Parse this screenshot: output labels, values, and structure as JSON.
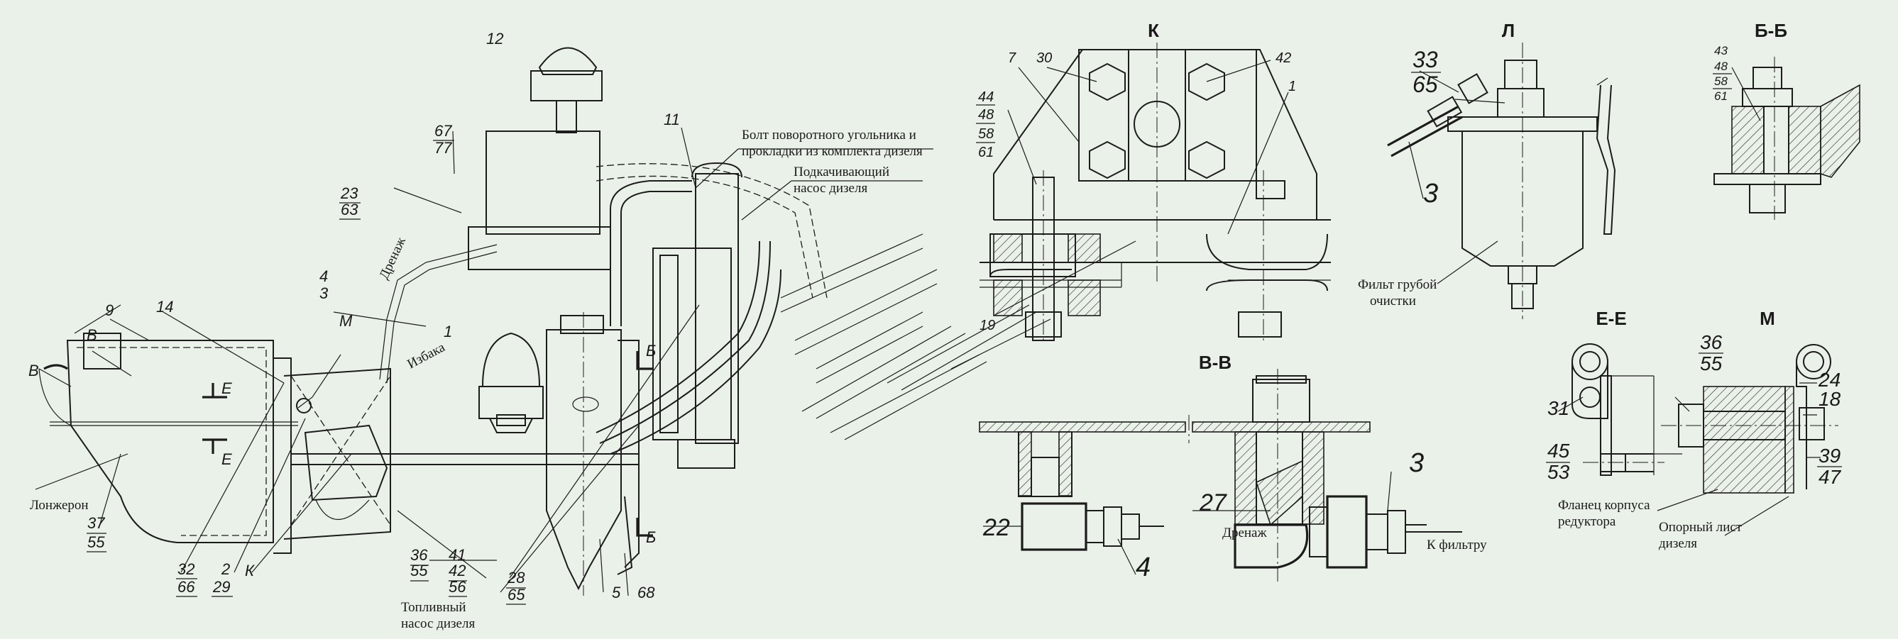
{
  "views": {
    "k": "К",
    "l": "Л",
    "bb": "Б-Б",
    "vv": "В-В",
    "ee": "Е-Е",
    "m": "М"
  },
  "notes": {
    "bolt_line1": "Болт поворотного угольника и",
    "bolt_line2": "прокладки из комплекта дизеля",
    "pump_line1": "Подкачивающий",
    "pump_line2": "насос дизеля",
    "filter_line1": "Фильт грубой",
    "filter_line2": "очистки",
    "fuel_pump_line1": "Топливный",
    "fuel_pump_line2": "насос дизеля",
    "longeron": "Лонжерон",
    "drain": "Дренаж",
    "overflow": "Избака",
    "to_filter": "К фильтру",
    "flange_line1": "Фланец корпуса",
    "flange_line2": "редуктора",
    "support_line1": "Опорный лист",
    "support_line2": "дизеля"
  },
  "marks": {
    "section_b": "Б",
    "section_v": "В",
    "section_e": "Е",
    "view_m": "М",
    "view_k": "К"
  },
  "callouts": {
    "p9": "9",
    "p14": "14",
    "p12": "12",
    "p67": "67",
    "p77": "77",
    "p23": "23",
    "p63": "63",
    "p4": "4",
    "p3": "3",
    "p1": "1",
    "p11": "11",
    "p37": "37",
    "p55": "55",
    "p32": "32",
    "p66": "66",
    "p2": "2",
    "p29": "29",
    "p36": "36",
    "p55b": "55",
    "p41": "41",
    "p42": "42",
    "p56": "56",
    "p28": "28",
    "p65": "65",
    "p5": "5",
    "p68": "68",
    "k7": "7",
    "k30": "30",
    "k42": "42",
    "k1": "1",
    "k44": "44",
    "k48": "48",
    "k58": "58",
    "k61": "61",
    "k19": "19",
    "l33": "33",
    "l65": "65",
    "l3": "3",
    "b43": "43",
    "b48": "48",
    "b58": "58",
    "b61": "61",
    "v22": "22",
    "v4": "4",
    "v27": "27",
    "v3": "3",
    "e31": "31",
    "e45": "45",
    "e53": "53",
    "m36": "36",
    "m55": "55",
    "m24": "24",
    "m18": "18",
    "m39": "39",
    "m47": "47"
  }
}
